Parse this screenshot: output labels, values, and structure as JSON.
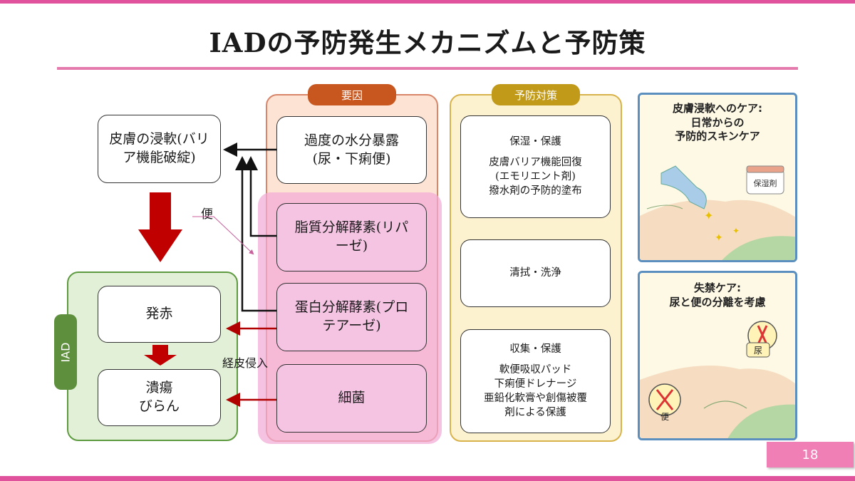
{
  "title": "IADの予防発生メカニズムと予防策",
  "skin_maceration": "皮膚の浸軟(バリア機能破綻)",
  "iad_label": "IAD",
  "redness": "発赤",
  "ulcer_line1": "潰瘍",
  "ulcer_line2": "びらん",
  "factors": {
    "header": "要因",
    "moisture": "過度の水分暴露(尿・下痢便)",
    "lipase": "脂質分解酵素(リパーゼ)",
    "protease": "蛋白分解酵素(プロテアーゼ)",
    "bacteria": "細菌"
  },
  "labels": {
    "stool": "便",
    "transdermal": "経皮侵入"
  },
  "prevention": {
    "header": "予防対策",
    "box1": [
      "保湿・保護",
      "皮膚バリア機能回復",
      "(エモリエント剤)",
      "撥水剤の予防的塗布"
    ],
    "box2": [
      "清拭・洗浄"
    ],
    "box3": [
      "収集・保護",
      "軟便吸収パッド",
      "下痢便ドレナージ",
      "亜鉛化軟膏や創傷被覆",
      "剤による保護"
    ]
  },
  "illustrations": {
    "top_title": [
      "皮膚浸軟へのケア:",
      "日常からの",
      "予防的スキンケア"
    ],
    "top_jar_label": "保湿剤",
    "bottom_title": [
      "失禁ケア:",
      "尿と便の分離を考慮"
    ],
    "bottom_urine": "尿",
    "bottom_stool": "便"
  },
  "page_number": "18",
  "colors": {
    "accent_pink": "#e0529c",
    "factor_orange": "#c8561f",
    "prevention_gold": "#c29a1a",
    "iad_green": "#5e9a3f",
    "arrow_red": "#c00000"
  }
}
